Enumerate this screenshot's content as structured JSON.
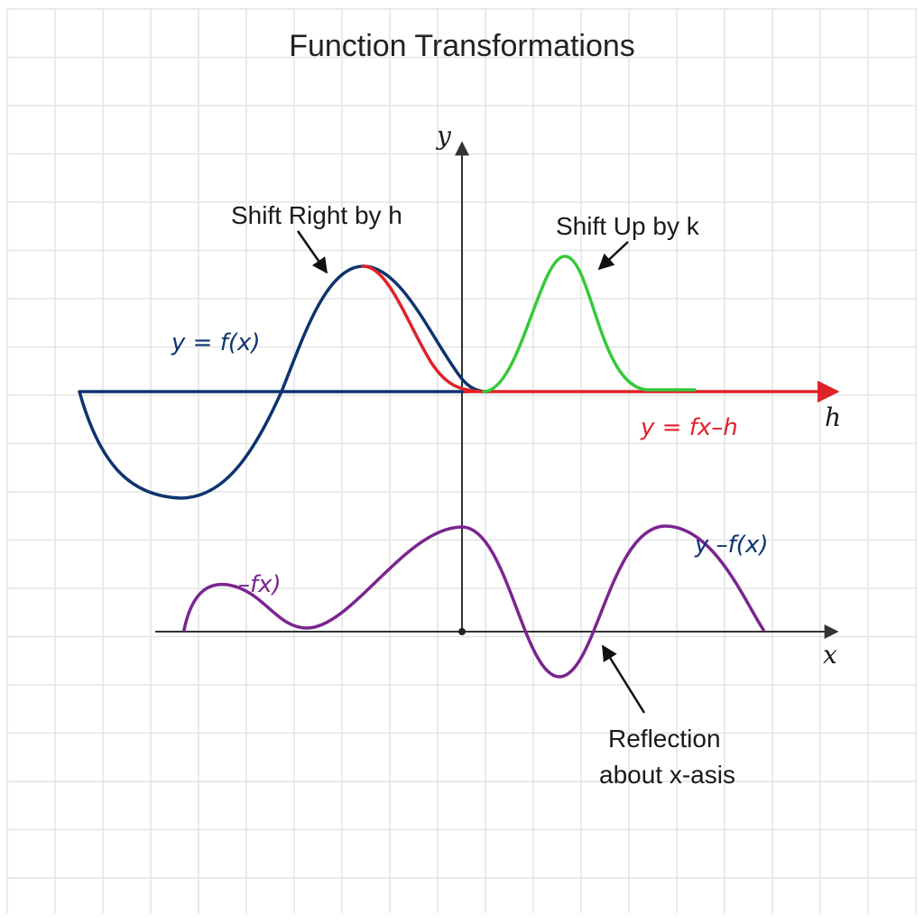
{
  "title": "Function Transformations",
  "axes": {
    "y_label": "y",
    "x_label": "x",
    "h_axis_label": "h"
  },
  "annotations": {
    "shift_right": "Shift Right by h",
    "shift_up": "Shift Up by k",
    "reflection_line1": "Reflection",
    "reflection_line2": "about x-asis"
  },
  "curve_labels": {
    "original": "y = f(x)",
    "shifted_right": "y = fx–h",
    "reflected_left": "–fx)",
    "reflected_right": "y –f(x)"
  },
  "colors": {
    "original": "#0d3470",
    "shifted_right": "#e0222a",
    "shifted_up": "#36c93a",
    "reflected": "#7a2590",
    "axis": "#333333",
    "grid": "#e4e4e4"
  }
}
